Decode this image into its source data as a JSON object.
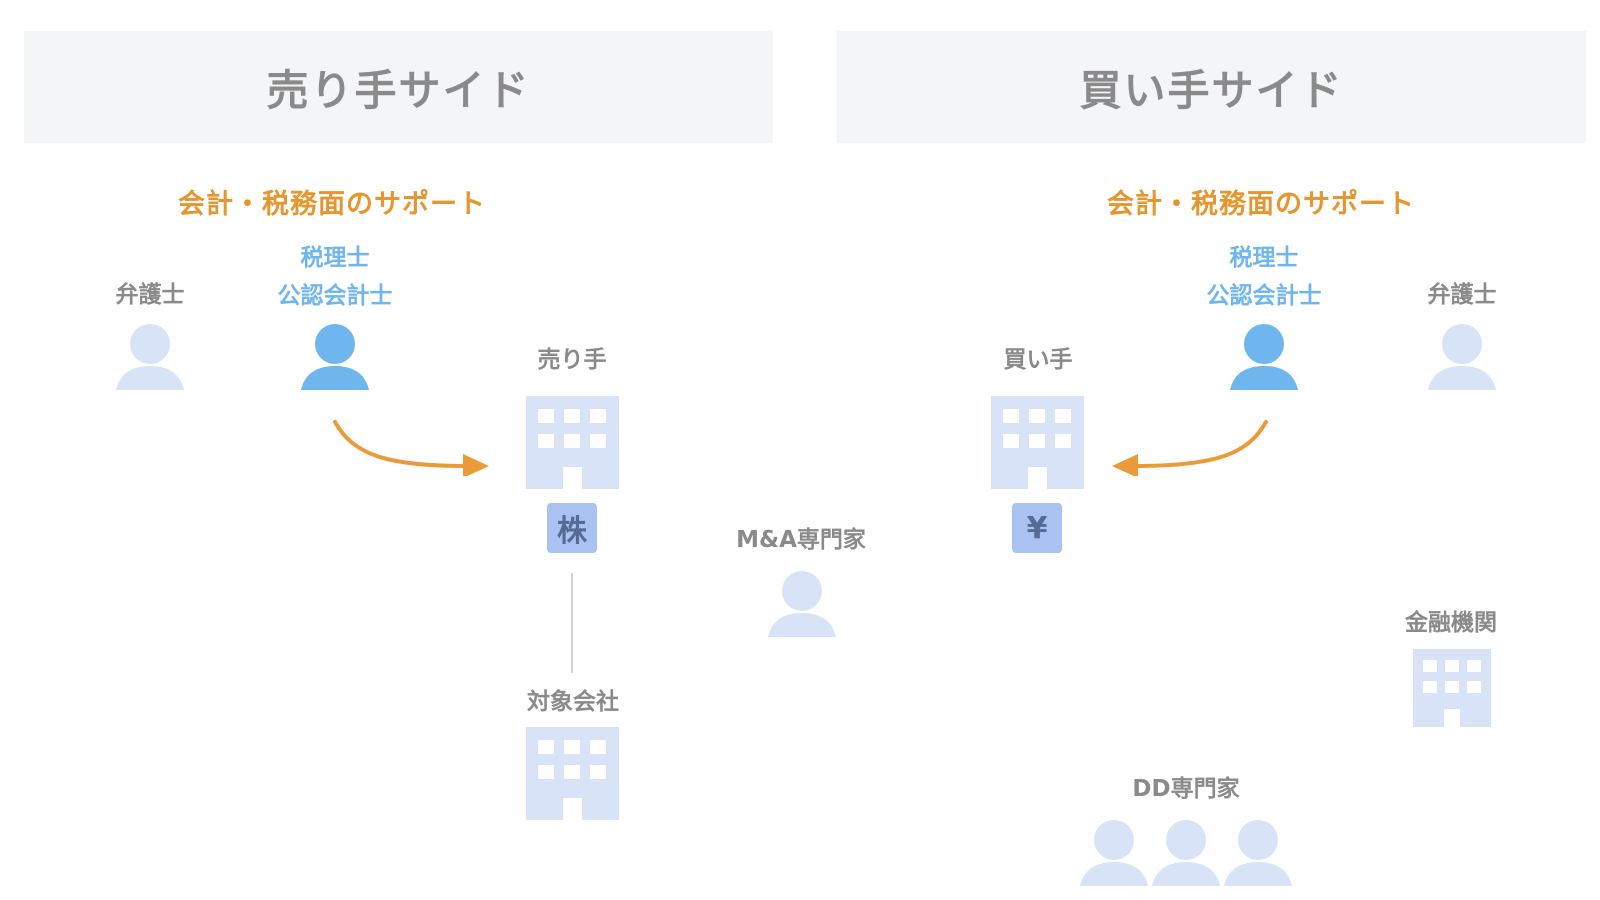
{
  "seller_side": {
    "header": "売り手サイド",
    "support_caption": "会計・税務面のサポート",
    "lawyer": "弁護士",
    "tax_accountant": "税理士",
    "cpa": "公認会計士",
    "seller": "売り手",
    "stock_badge": "株",
    "target_company": "対象会社"
  },
  "middle": {
    "ma_expert": "M&A専門家"
  },
  "buyer_side": {
    "header": "買い手サイド",
    "support_caption": "会計・税務面のサポート",
    "tax_accountant": "税理士",
    "cpa": "公認会計士",
    "lawyer": "弁護士",
    "buyer": "買い手",
    "yen_badge": "¥",
    "financial_institution": "金融機関",
    "dd_expert": "DD専門家"
  },
  "colors": {
    "header_bg": "#f4f5f7",
    "header_text": "#8a8a8a",
    "support_orange": "#e5962e",
    "advisor_blue": "#6fb6ee",
    "inactive_person": "#d9e3f8",
    "building": "#d9e3f8",
    "badge": "#a9c2f2",
    "arrow": "#eb9a3a"
  }
}
